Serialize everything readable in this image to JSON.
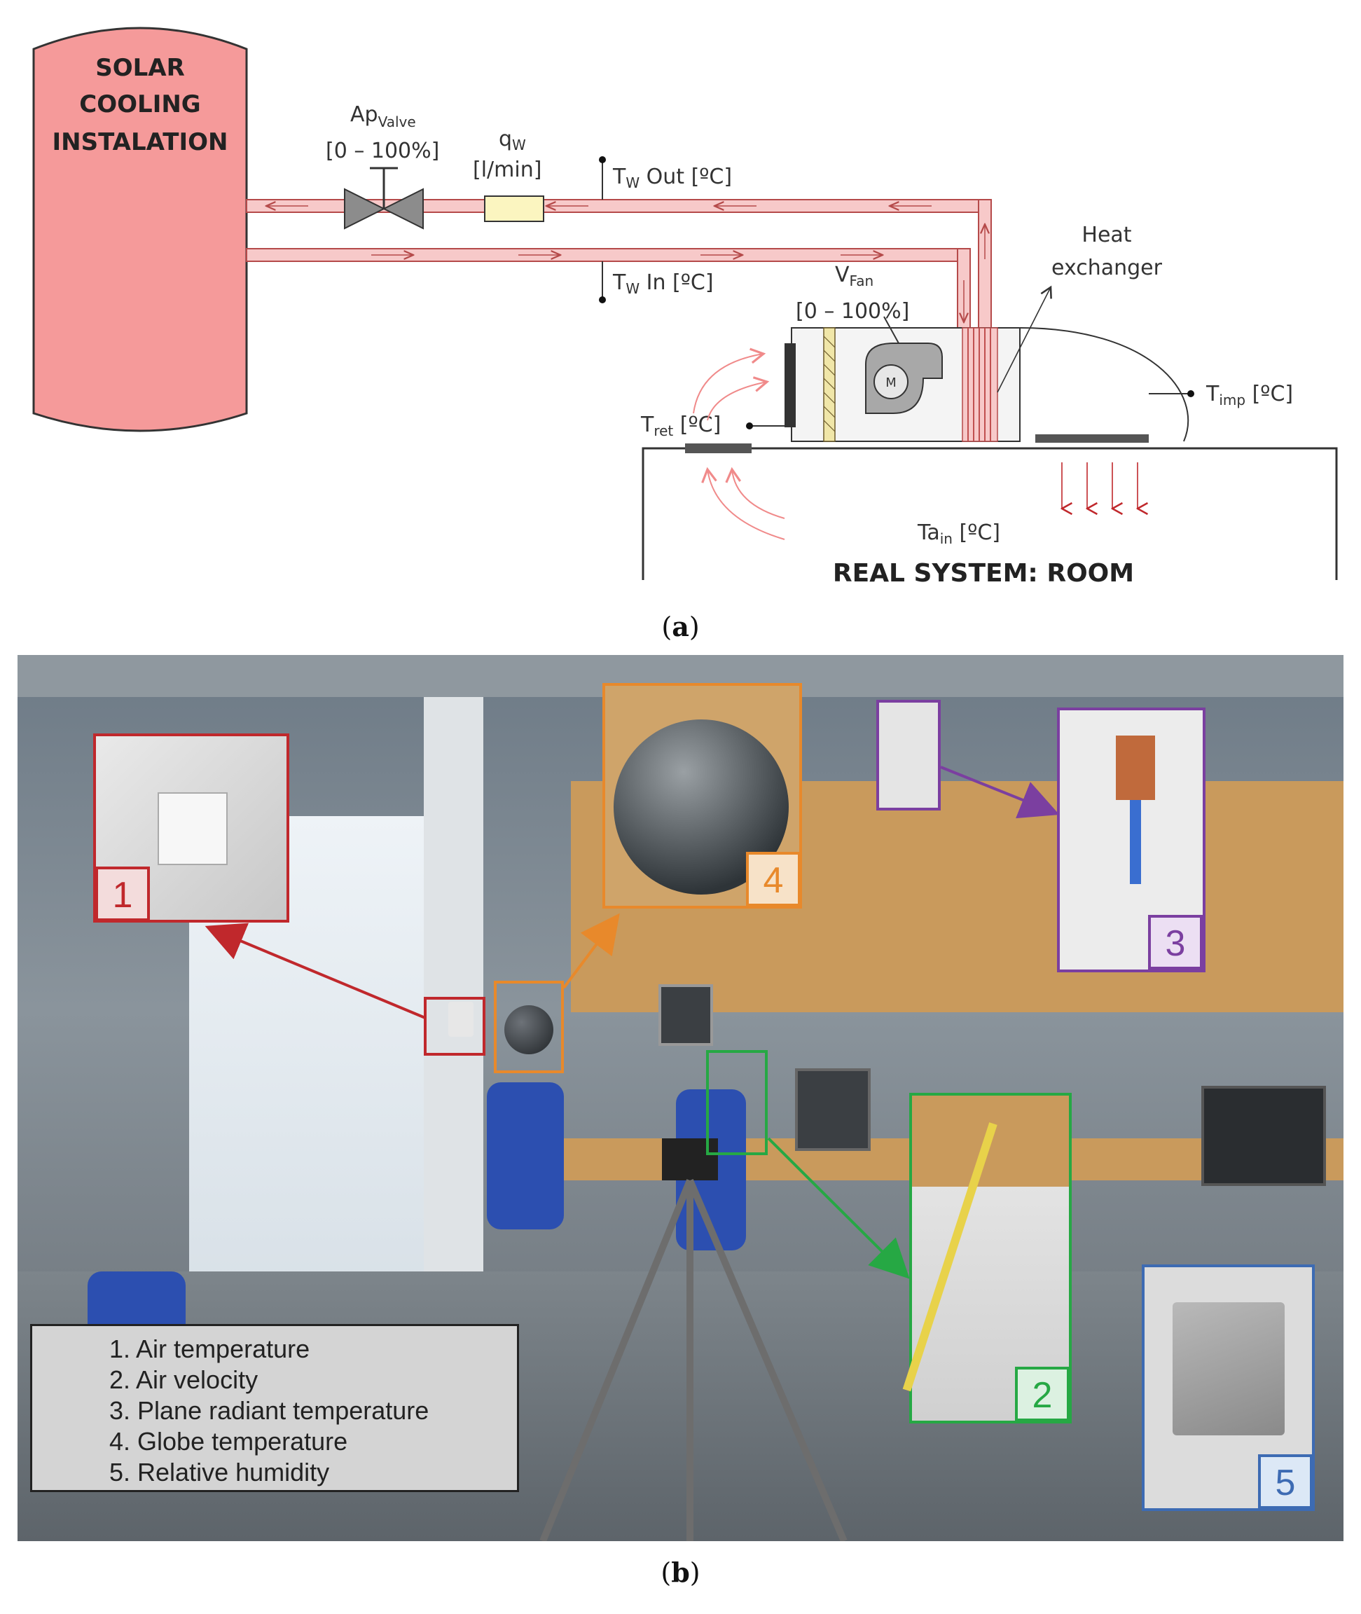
{
  "diagram": {
    "tank_label": [
      "SOLAR",
      "COOLING",
      "INSTALATION"
    ],
    "valve_label": {
      "main": "Ap",
      "sub": "Valve",
      "range": "[0 – 100%]"
    },
    "flow_label": {
      "main": "q",
      "sub": "W",
      "unit": "[l/min]"
    },
    "tw_out": {
      "main": "T",
      "sub": "W",
      "rest": " Out [ºC]"
    },
    "tw_in": {
      "main": "T",
      "sub": "W",
      "rest": " In [ºC]"
    },
    "fan_label": {
      "main": "V",
      "sub": "Fan",
      "range": "[0 – 100%]"
    },
    "motor_label": "M",
    "heat_exchanger": [
      "Heat",
      "exchanger"
    ],
    "t_imp": {
      "main": "T",
      "sub": "imp",
      "rest": " [ºC]"
    },
    "t_ret": {
      "main": "T",
      "sub": "ret",
      "rest": " [ºC]"
    },
    "ta_in": {
      "main": "Ta",
      "sub": "in",
      "rest": " [ºC]"
    },
    "room_label": "REAL SYSTEM: ROOM"
  },
  "captions": {
    "a": "a",
    "b": "b"
  },
  "photo": {
    "legend": [
      "1. Air temperature",
      "2. Air velocity",
      "3. Plane radiant temperature",
      "4. Globe temperature",
      "5. Relative humidity"
    ],
    "markers": [
      "1",
      "2",
      "3",
      "4",
      "5"
    ],
    "colors": {
      "marker1": "#c0282c",
      "marker2": "#26a844",
      "marker3": "#7b3fa0",
      "marker4": "#e8892b",
      "marker5": "#3d6bb3",
      "pipe": "#f7c9c9",
      "tank": "#f59a9a"
    }
  }
}
